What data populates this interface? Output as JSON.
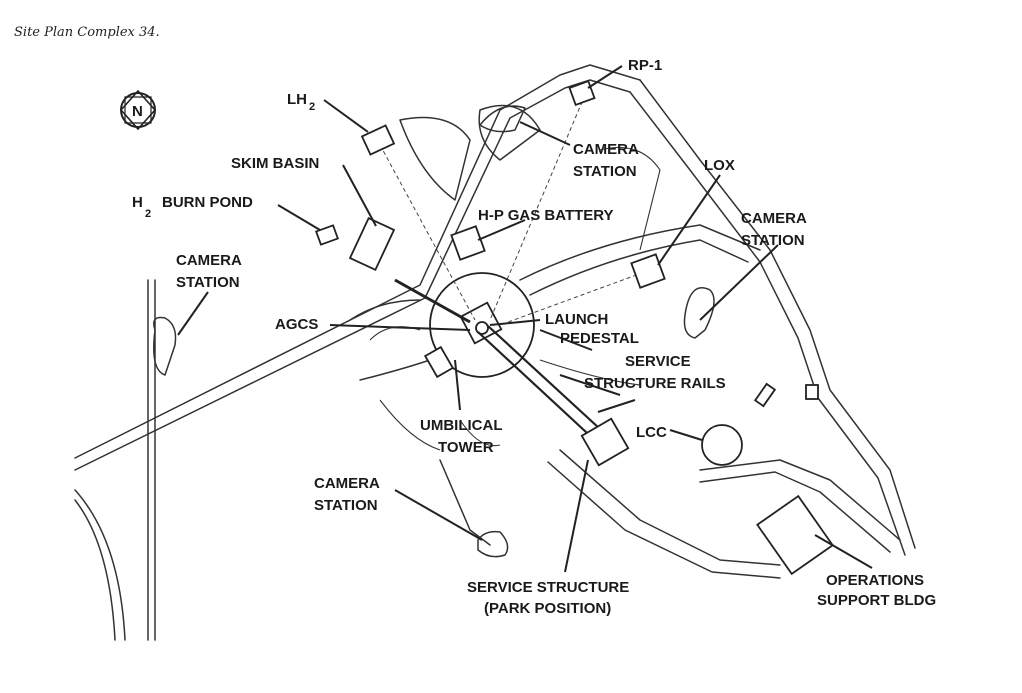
{
  "caption": "Site Plan Complex 34.",
  "north_symbol": {
    "letter": "N",
    "icon": "north-arrow-icon"
  },
  "labels": {
    "rp1": "RP-1",
    "lh2_main": "LH",
    "lh2_sub": "2",
    "camera_station_top_1": "CAMERA",
    "camera_station_top_2": "STATION",
    "skim_basin": "SKIM BASIN",
    "lox": "LOX",
    "h2_main": "H",
    "h2_sub": "2",
    "h2_burn_pond": "BURN POND",
    "hp_gas_battery": "H-P GAS BATTERY",
    "camera_station_right_1": "CAMERA",
    "camera_station_right_2": "STATION",
    "camera_station_left_1": "CAMERA",
    "camera_station_left_2": "STATION",
    "agcs": "AGCS",
    "launch_pedestal_1": "LAUNCH",
    "launch_pedestal_2": "PEDESTAL",
    "service_structure_rails_1": "SERVICE",
    "service_structure_rails_2": "STRUCTURE RAILS",
    "umbilical_tower_1": "UMBILICAL",
    "umbilical_tower_2": "TOWER",
    "lcc": "LCC",
    "camera_station_bottom_1": "CAMERA",
    "camera_station_bottom_2": "STATION",
    "service_structure_1": "SERVICE STRUCTURE",
    "service_structure_2": "(PARK POSITION)",
    "operations_support_1": "OPERATIONS",
    "operations_support_2": "SUPPORT BLDG"
  }
}
